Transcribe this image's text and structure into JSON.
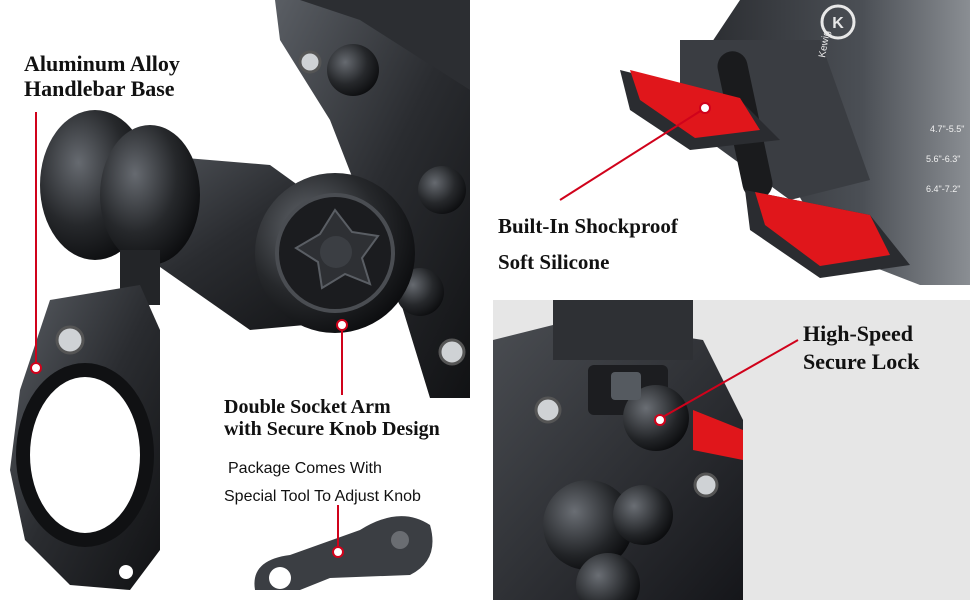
{
  "callouts": {
    "handlebar_base": [
      "Aluminum Alloy",
      "Handlebar Base"
    ],
    "socket_arm": [
      "Double Socket Arm",
      "with Secure Knob Design"
    ],
    "package_note": [
      "Package Comes With",
      "Special Tool To Adjust Knob"
    ],
    "silicone": [
      "Built-In Shockproof",
      "Soft Silicone"
    ],
    "secure_lock": [
      "High-Speed",
      "Secure Lock"
    ]
  },
  "product_marks": {
    "brand": "Kewig",
    "size_scale": [
      "4.7\"-5.5\"",
      "5.6\"-6.3\"",
      "6.4\"-7.2\""
    ]
  },
  "colors": {
    "leader_line": "#d0021b",
    "metal_dark": "#1f2124",
    "metal_mid": "#3a3d42",
    "silicone_red": "#e0161b",
    "background_gray": "#e6e6e6"
  }
}
